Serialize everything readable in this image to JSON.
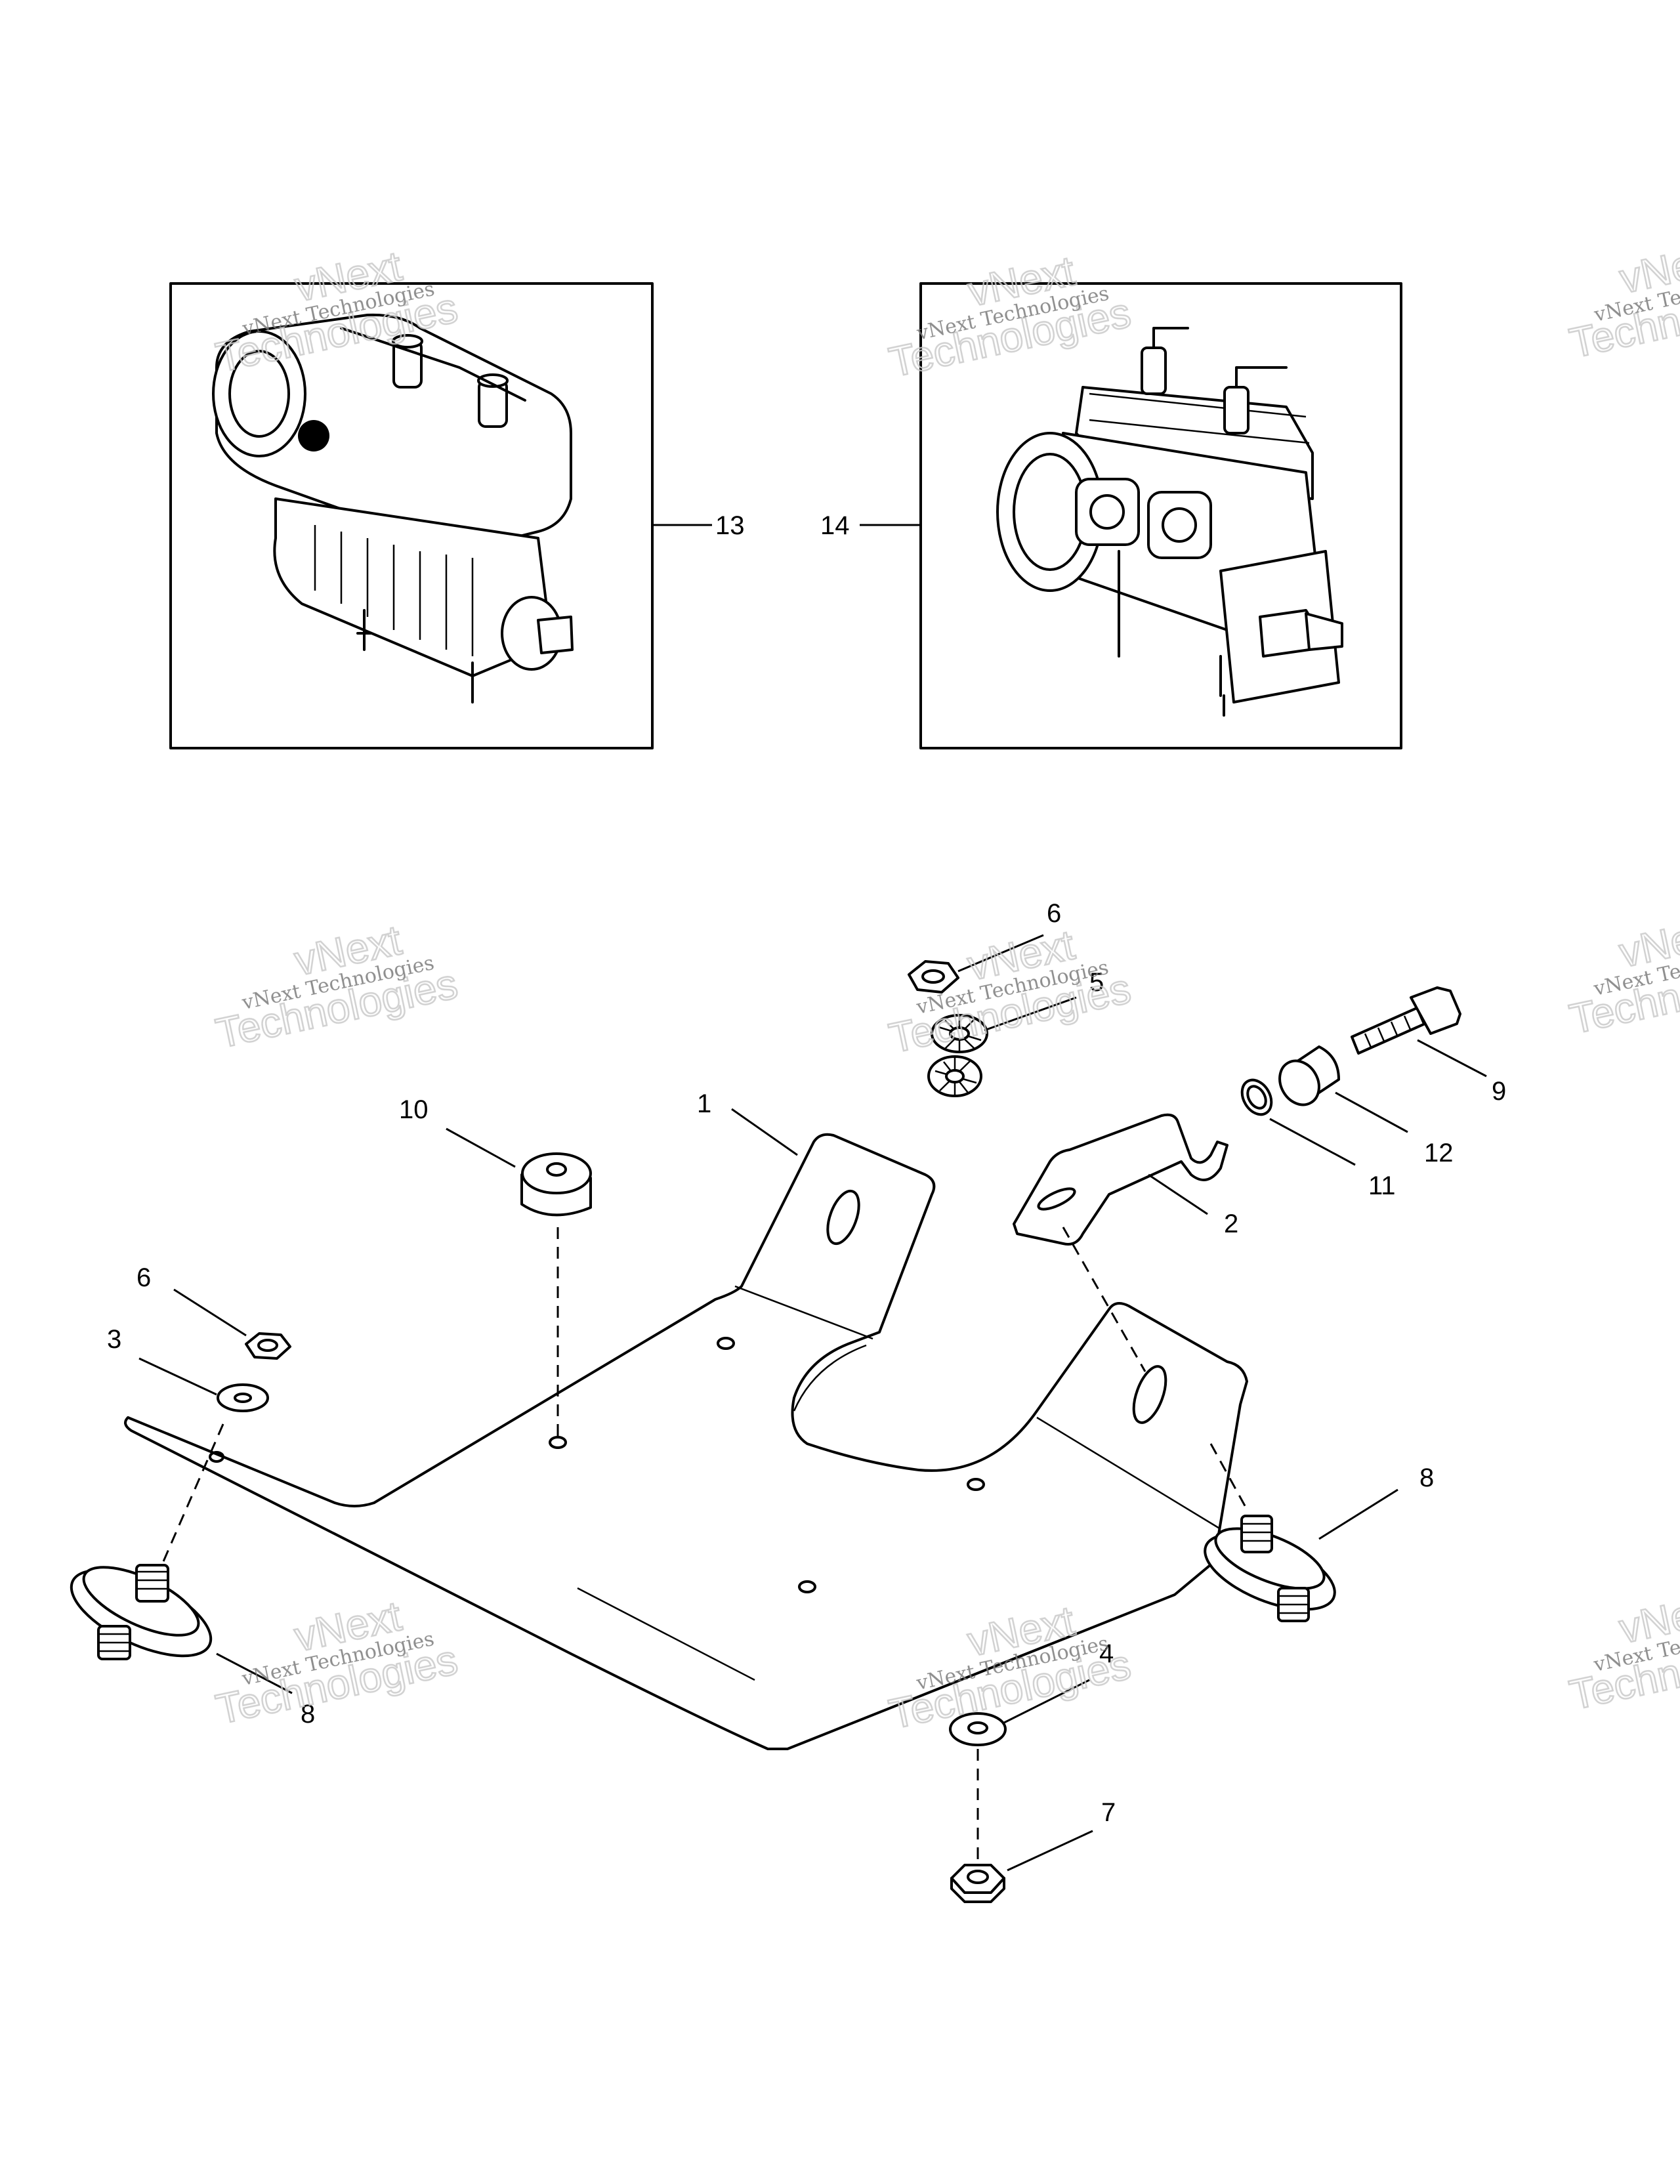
{
  "watermark": {
    "line1": "vNext Technologies",
    "line2": "vNext",
    "line3": "Technologies",
    "partial1": "vNext Te",
    "partial2": "vNe",
    "partial3": "Technol"
  },
  "callouts": {
    "c1": "1",
    "c2": "2",
    "c3": "3",
    "c4": "4",
    "c5": "5",
    "c6a": "6",
    "c6b": "6",
    "c7": "7",
    "c8a": "8",
    "c8b": "8",
    "c9": "9",
    "c10": "10",
    "c11": "11",
    "c12": "12",
    "c13": "13",
    "c14": "14"
  },
  "colors": {
    "line": "#000000",
    "background": "#ffffff",
    "watermark": "#9a9a9a"
  }
}
